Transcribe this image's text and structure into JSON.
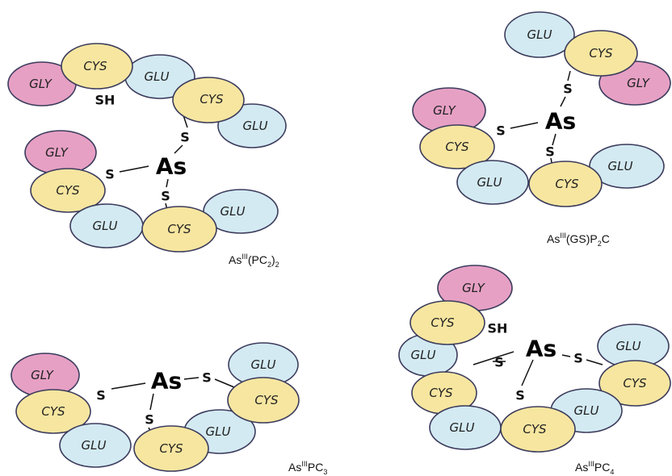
{
  "residues": {
    "gly": "GLY",
    "cys": "CYS",
    "glu": "GLU"
  },
  "atoms": {
    "arsenic": "As",
    "sulfur": "S",
    "thiol": "SH"
  },
  "colors": {
    "gly": "#e6a0c4",
    "cys": "#f6e6a0",
    "glu": "#d3eaf2",
    "outline": "#3b3b5c"
  },
  "captions": {
    "pc2": {
      "base": "As",
      "ox": "III",
      "mid1": "(PC",
      "n1": "2",
      "mid2": ")",
      "n2": "2"
    },
    "gsp2c": {
      "base": "As",
      "ox": "III",
      "mid1": "(GS)P",
      "n1": "2",
      "mid2": "C"
    },
    "pc3": {
      "base": "As",
      "ox": "III",
      "mid1": "PC",
      "n1": "3"
    },
    "pc4": {
      "base": "As",
      "ox": "III",
      "mid1": "PC",
      "n1": "4"
    }
  }
}
